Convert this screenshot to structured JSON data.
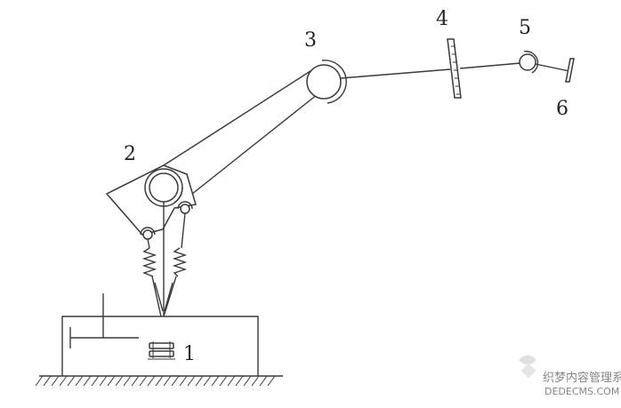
{
  "diagram": {
    "labels": {
      "l1": "1",
      "l2": "2",
      "l3": "3",
      "l4": "4",
      "l5": "5",
      "l6": "6"
    }
  },
  "watermark": {
    "line1": "织梦内容管理系统",
    "line2": "DEDECMS.COM"
  },
  "colors": {
    "line": "#3a3a3a",
    "background": "#ffffff",
    "watermark": "#c8c8c8"
  }
}
